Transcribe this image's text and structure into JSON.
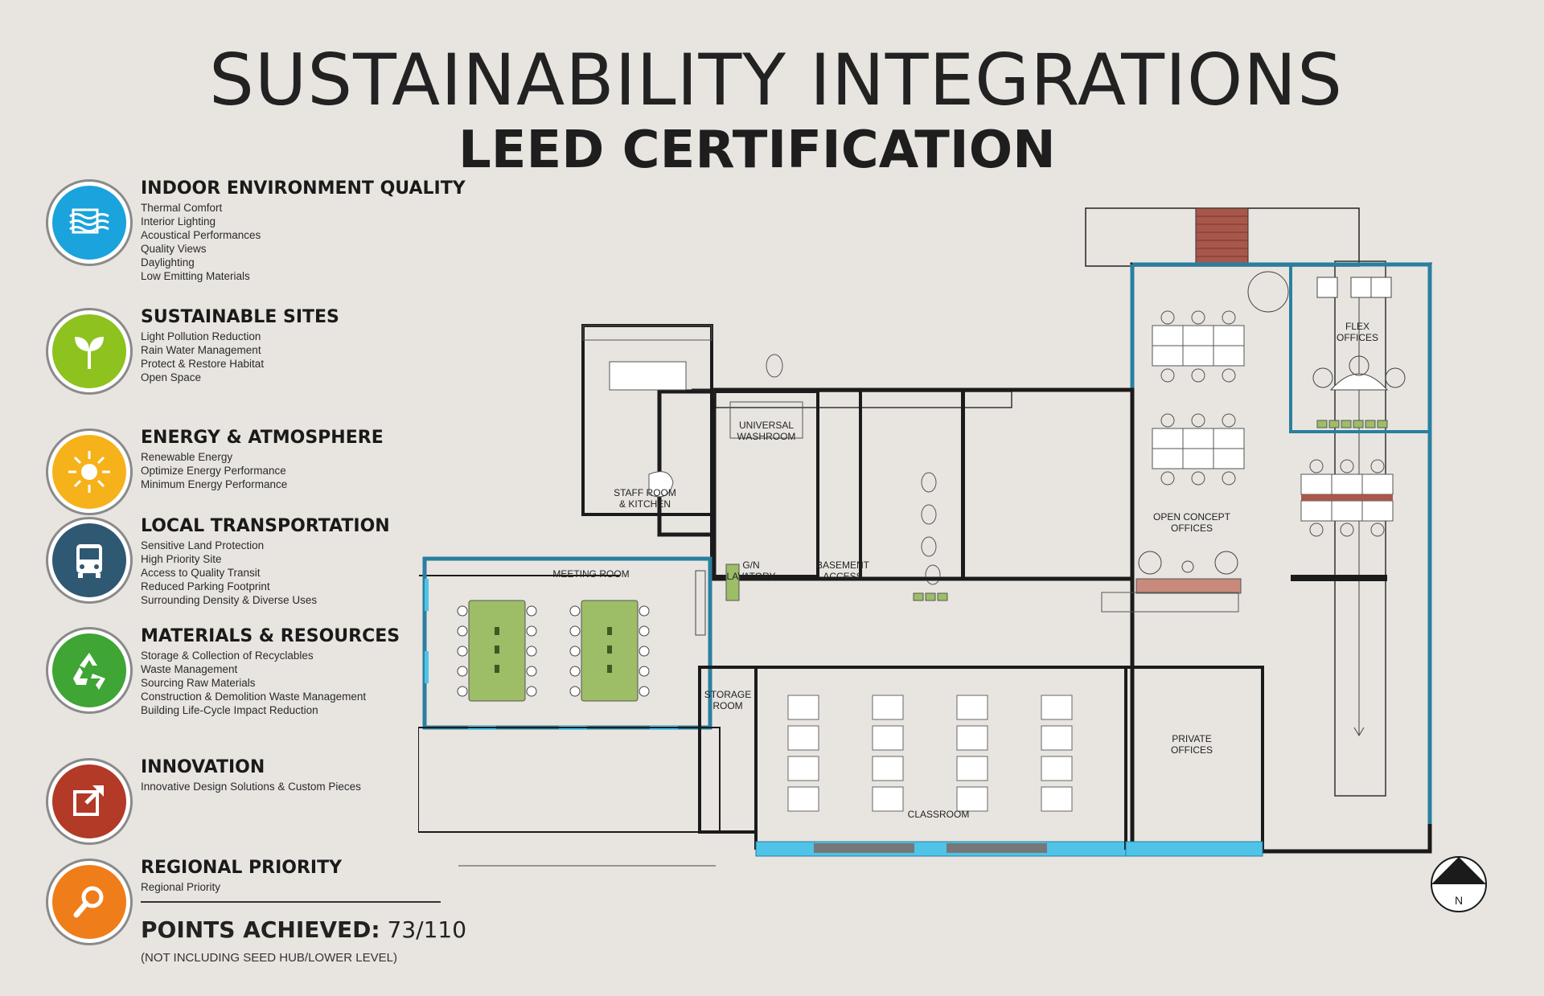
{
  "header": {
    "title": "SUSTAINABILITY INTEGRATIONS",
    "subtitle": "LEED CERTIFICATION"
  },
  "categories": [
    {
      "title": "INDOOR ENVIRONMENT QUALITY",
      "color": "#1aa3dc",
      "icon": "air-flow-icon",
      "items": [
        "Thermal Comfort",
        "Interior Lighting",
        "Acoustical Performances",
        "Quality Views",
        "Daylighting",
        "Low Emitting Materials"
      ]
    },
    {
      "title": "SUSTAINABLE SITES",
      "color": "#8dc21f",
      "icon": "sprout-icon",
      "items": [
        "Light Pollution Reduction",
        "Rain Water Management",
        "Protect & Restore Habitat",
        "Open Space"
      ]
    },
    {
      "title": "ENERGY & ATMOSPHERE",
      "color": "#f6b21a",
      "icon": "sun-icon",
      "items": [
        "Renewable Energy",
        "Optimize Energy Performance",
        "Minimum Energy Performance"
      ]
    },
    {
      "title": "LOCAL TRANSPORTATION",
      "color": "#2f5873",
      "icon": "bus-icon",
      "items": [
        "Sensitive Land Protection",
        "High Priority Site",
        "Access to Quality Transit",
        "Reduced Parking Footprint",
        "Surrounding Density & Diverse Uses"
      ]
    },
    {
      "title": "MATERIALS & RESOURCES",
      "color": "#3fa535",
      "icon": "recycle-icon",
      "items": [
        "Storage & Collection of Recyclables",
        "Waste Management",
        "Sourcing Raw Materials",
        "Construction & Demolition Waste Management",
        "Building Life-Cycle Impact Reduction"
      ]
    },
    {
      "title": "INNOVATION",
      "color": "#b23a26",
      "icon": "external-link-icon",
      "items": [
        "Innovative Design Solutions & Custom Pieces"
      ]
    },
    {
      "title": "REGIONAL PRIORITY",
      "color": "#ef7d1a",
      "icon": "magnifier-icon",
      "items": [
        "Regional Priority"
      ]
    }
  ],
  "points": {
    "label": "POINTS ACHIEVED:",
    "value": "73/110",
    "note": "(NOT INCLUDING SEED HUB/LOWER LEVEL)"
  },
  "plan": {
    "rooms": {
      "meeting": "MEETING ROOM",
      "staff1": "STAFF ROOM",
      "staff2": "& KITCHEN",
      "washroom1": "UNIVERSAL",
      "washroom2": "WASHROOM",
      "lavatory1": "G/N",
      "lavatory2": "LAVATORY",
      "basement1": "BASEMENT",
      "basement2": "ACCESS",
      "open1": "OPEN CONCEPT",
      "open2": "OFFICES",
      "flex1": "FLEX",
      "flex2": "OFFICES",
      "storage1": "STORAGE",
      "storage2": "ROOM",
      "classroom": "CLASSROOM",
      "private1": "PRIVATE",
      "private2": "OFFICES"
    },
    "compass": "N",
    "colors": {
      "wall": "#1b1b1b",
      "glass": "#2a7fa0",
      "glazing": "#4fc3e8",
      "green": "#9dbd66",
      "stair": "#a9574a"
    }
  }
}
